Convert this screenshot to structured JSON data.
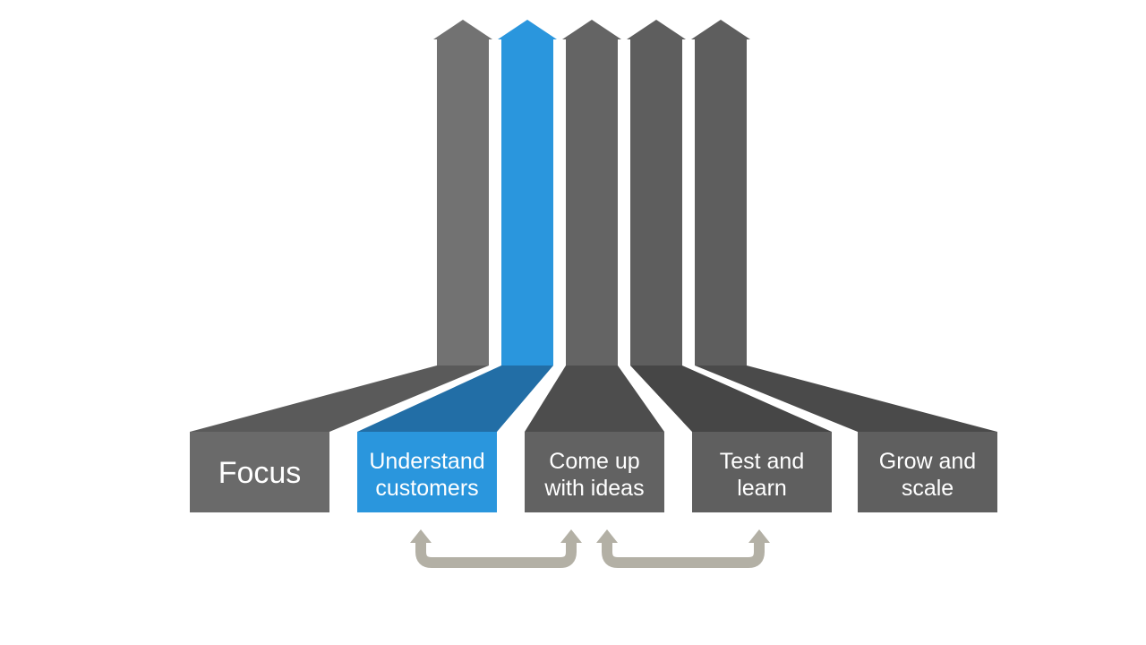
{
  "steps": [
    {
      "lines": [
        "Focus"
      ],
      "active": false
    },
    {
      "lines": [
        "Understand",
        "customers"
      ],
      "active": true
    },
    {
      "lines": [
        "Come up",
        "with ideas"
      ],
      "active": false
    },
    {
      "lines": [
        "Test and",
        "learn"
      ],
      "active": false
    },
    {
      "lines": [
        "Grow and",
        "scale"
      ],
      "active": false
    }
  ],
  "loops": [
    {
      "from_step": 1,
      "to_step": 2
    },
    {
      "from_step": 2,
      "to_step": 3
    }
  ],
  "colors": {
    "active_box": "#2a96dd",
    "active_arrow": "#2a96dd",
    "active_ramp": "#226ea6",
    "inactive_boxes": [
      "#6a6a6a",
      "#606060",
      "#626262",
      "#5f5f5f",
      "#5f5f5f"
    ],
    "inactive_arrows": [
      "#727272",
      "#2a96dd",
      "#646464",
      "#5e5e5e",
      "#5e5e5e"
    ],
    "inactive_ramps": [
      "#5a5a5a",
      "#226ea6",
      "#4d4d4d",
      "#464646",
      "#4a4a4a"
    ],
    "loop_arrow": "#b3b0a5",
    "text": "#ffffff"
  }
}
